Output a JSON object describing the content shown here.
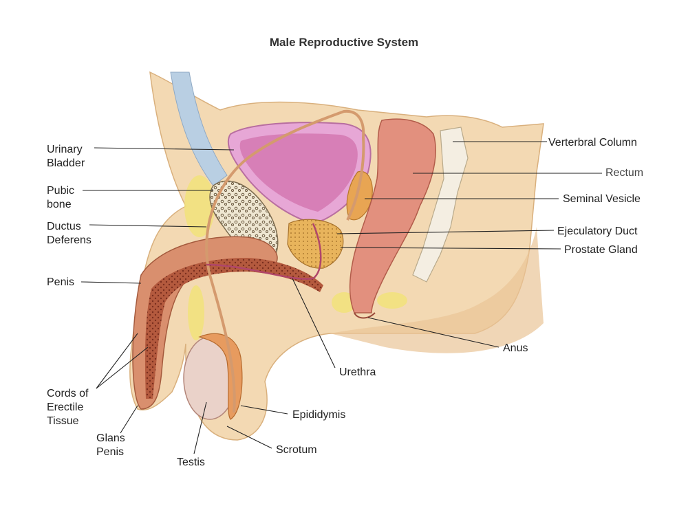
{
  "title": "Male Reproductive System",
  "labels": {
    "urinary_bladder": "Urinary\nBladder",
    "pubic_bone": "Pubic\nbone",
    "ductus_deferens": "Ductus\nDeferens",
    "penis": "Penis",
    "cords_erectile": "Cords of\nErectile\nTissue",
    "glans_penis": "Glans\nPenis",
    "testis": "Testis",
    "scrotum": "Scrotum",
    "epididymis": "Epididymis",
    "urethra": "Urethra",
    "anus": "Anus",
    "prostate_gland": "Prostate Gland",
    "ejaculatory_duct": "Ejeculatory Duct",
    "seminal_vesicle": "Seminal Vesicle",
    "rectum": "Rectum",
    "vertebral_column": "Verterbral Column"
  },
  "colors": {
    "skin": "#f3d9b3",
    "skin_dark": "#dcae74",
    "bladder_outer": "#e7a7d6",
    "bladder_inner": "#d77fb7",
    "rectum": "#e2907e",
    "penis_tissue": "#c56d52",
    "testis": "#ead2c9",
    "epididymis": "#e79b5f",
    "prostate": "#e8b45c",
    "fat": "#f1e27a",
    "bone": "#f4eee2",
    "ligament": "#b9cfe3"
  }
}
